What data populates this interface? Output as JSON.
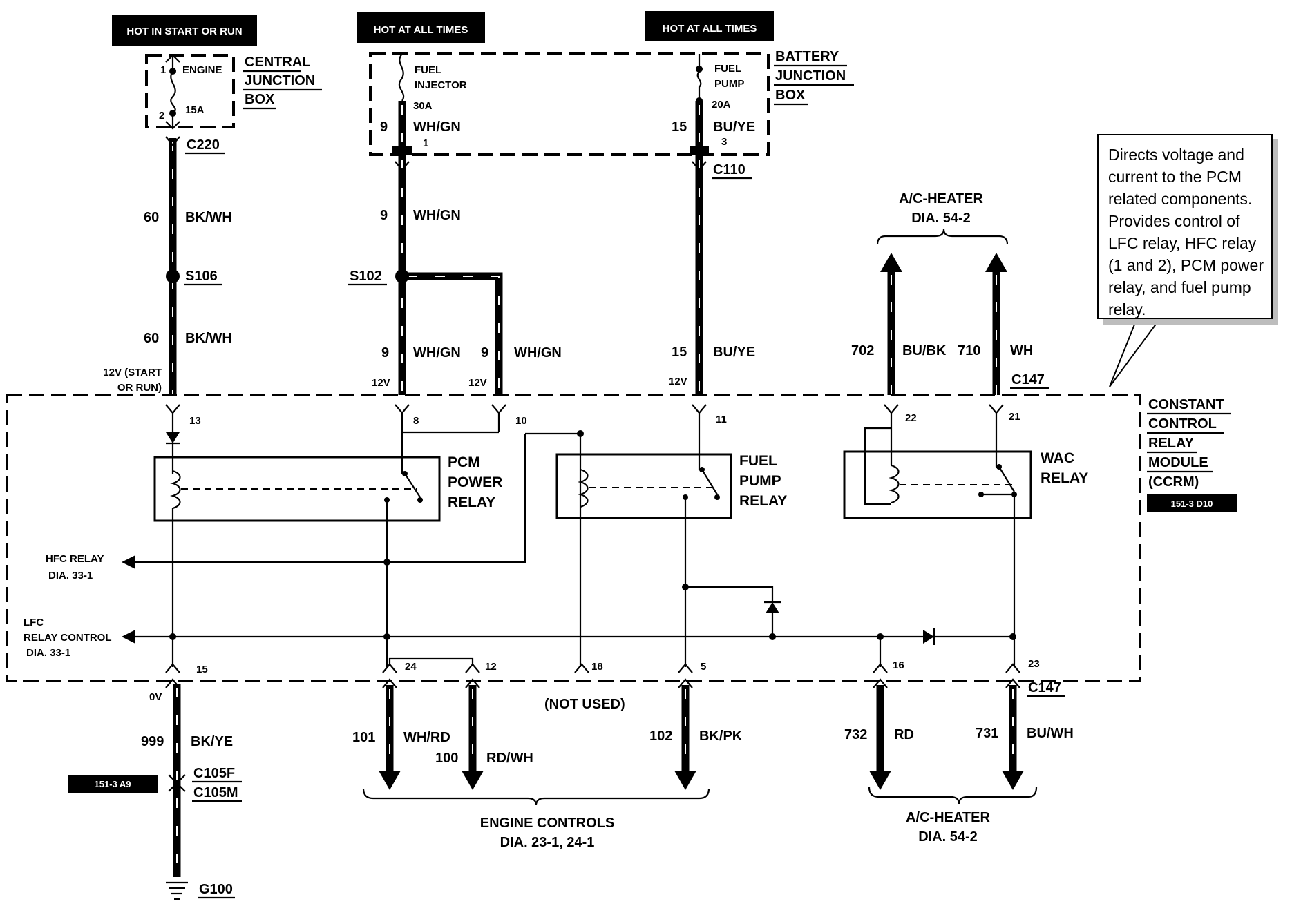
{
  "power_captions": {
    "start_run": "HOT IN START OR RUN",
    "at_all_times_1": "HOT AT ALL TIMES",
    "at_all_times_2": "HOT AT ALL TIMES"
  },
  "central_junction_box": {
    "label": [
      "CENTRAL",
      "JUNCTION",
      "BOX"
    ],
    "fuse_name": "ENGINE",
    "fuse_rating": "15A",
    "pin_top": "1",
    "pin_bottom": "2"
  },
  "battery_junction_box": {
    "label": [
      "BATTERY",
      "JUNCTION",
      "BOX"
    ],
    "fuse1_name": [
      "FUEL",
      "INJECTOR"
    ],
    "fuse1_rating": "30A",
    "fuse2_name": [
      "FUEL",
      "PUMP"
    ],
    "fuse2_rating": "20A",
    "pin1": "1",
    "pin2": "3"
  },
  "connectors": {
    "c220": "C220",
    "c110": "C110",
    "c147_top": "C147",
    "c147_bottom": "C147",
    "c105f": "C105F",
    "c105m": "C105M",
    "g100": "G100"
  },
  "splices": {
    "s106": "S106",
    "s102": "S102"
  },
  "wires": {
    "w60a_num": "60",
    "w60a_color": "BK/WH",
    "w60b_num": "60",
    "w60b_color": "BK/WH",
    "w9_fuse_num": "9",
    "w9_fuse_color": "WH/GN",
    "w9a_num": "9",
    "w9a_color": "WH/GN",
    "w9b_num": "9",
    "w9b_color": "WH/GN",
    "w9c_num": "9",
    "w9c_color": "WH/GN",
    "w15_fuse_num": "15",
    "w15_fuse_color": "BU/YE",
    "w15_num": "15",
    "w15_color": "BU/YE",
    "w702_num": "702",
    "w702_color": "BU/BK",
    "w710_num": "710",
    "w710_color": "WH",
    "w999_num": "999",
    "w999_color": "BK/YE",
    "w101_num": "101",
    "w101_color": "WH/RD",
    "w100_num": "100",
    "w100_color": "RD/WH",
    "w102_num": "102",
    "w102_color": "BK/PK",
    "w732_num": "732",
    "w732_color": "RD",
    "w731_num": "731",
    "w731_color": "BU/WH"
  },
  "voltages": {
    "v_start_run": [
      "12V (START",
      "OR RUN)"
    ],
    "v8": "12V",
    "v10": "12V",
    "v11": "12V",
    "v0": "0V"
  },
  "ccrm": {
    "label": [
      "CONSTANT",
      "CONTROL",
      "RELAY",
      "MODULE",
      "(CCRM)"
    ],
    "ref": "151-3 D10",
    "pins": {
      "p13": "13",
      "p8": "8",
      "p10": "10",
      "p11": "11",
      "p22": "22",
      "p21": "21",
      "p15": "15",
      "p24": "24",
      "p12": "12",
      "p18": "18",
      "p5": "5",
      "p16": "16",
      "p23": "23"
    },
    "pcm_relay": [
      "PCM",
      "POWER",
      "RELAY"
    ],
    "fuel_pump_relay": [
      "FUEL",
      "PUMP",
      "RELAY"
    ],
    "wac_relay": [
      "WAC",
      "RELAY"
    ],
    "hfc_relay": [
      "HFC RELAY",
      "DIA. 33-1"
    ],
    "lfc_relay": [
      "LFC",
      "RELAY CONTROL",
      "DIA. 33-1"
    ]
  },
  "ground_ref": "151-3 A9",
  "not_used": "(NOT USED)",
  "ac_heater_top": [
    "A/C-HEATER",
    "DIA. 54-2"
  ],
  "ac_heater_bottom": [
    "A/C-HEATER",
    "DIA. 54-2"
  ],
  "engine_controls": [
    "ENGINE CONTROLS",
    "DIA. 23-1, 24-1"
  ],
  "callout_text": "Directs voltage and current to the PCM related components. Provides control of LFC relay, HFC relay (1 and 2), PCM power relay, and fuel pump relay."
}
